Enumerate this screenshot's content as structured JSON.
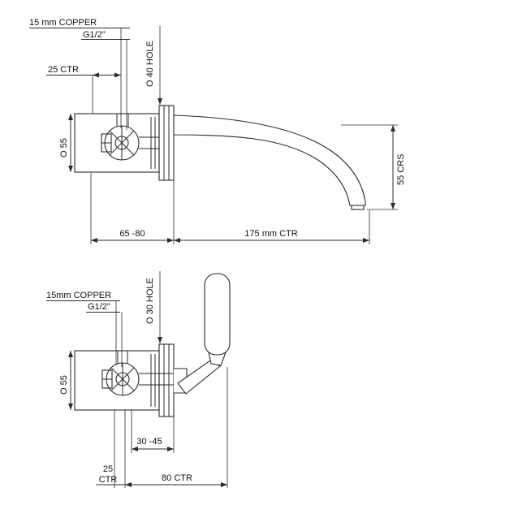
{
  "page": {
    "background": "#ffffff",
    "line_color": "#2b2b2b",
    "text_color": "#111111"
  },
  "top_view": {
    "copper_label": "15 mm COPPER",
    "thread_label": "G1/2\"",
    "ctr25_label": "25  CTR",
    "hole_label": "O 40 HOLE",
    "diameter_label": "O 55",
    "depth_range_label": "65 -80",
    "projection_label": "175 mm CTR",
    "drop_label": "55  CRS"
  },
  "bottom_view": {
    "copper_label": "15mm COPPER",
    "thread_label": "G1/2\"",
    "hole_label": "O 30 HOLE",
    "diameter_label": "O 55",
    "depth_range_label": "30 -45",
    "ctr25_line1": "25",
    "ctr25_line2": "CTR",
    "ctr80_label": "80  CTR"
  }
}
